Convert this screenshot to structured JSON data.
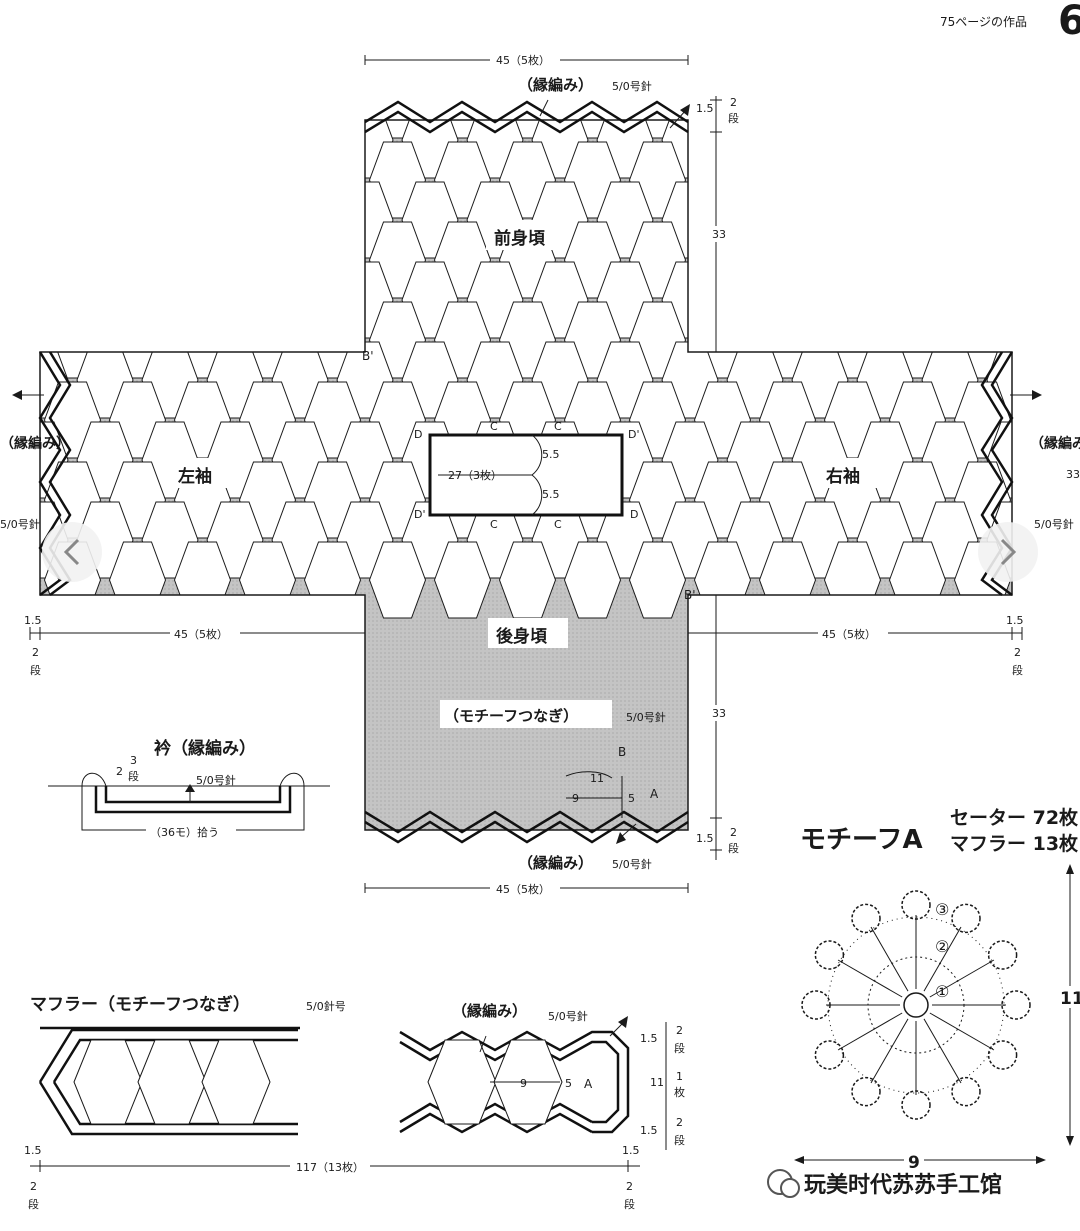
{
  "header": {
    "page_ref": "75ページの作品",
    "page_mark": "6"
  },
  "sweater": {
    "front": "前身頃",
    "back": "後身頃",
    "left_sleeve": "左袖",
    "right_sleeve": "右袖",
    "edge": "（縁編み）",
    "needle": "5/0号針",
    "motif_join": "（モチーフつなぎ）",
    "width_top": "45（5枚）",
    "width_bottom": "45（5枚）",
    "sleeve_left_width": "45（5枚）",
    "sleeve_right_width": "45（5枚）",
    "body_len_front": "33",
    "body_len_back": "33",
    "sleeve_height": "33",
    "neck_width": "27（3枚）",
    "neck_top": "5.5",
    "neck_bottom": "5.5",
    "edge_h": "1.5",
    "rows_2": "2",
    "rows_unit": "段",
    "dim_11": "11",
    "dim_9": "9",
    "dim_5": "5",
    "letters": {
      "A": "A",
      "B": "B",
      "Bp": "B'",
      "C": "C",
      "D": "D",
      "Dp": "D'"
    }
  },
  "collar": {
    "title": "衿（縁編み）",
    "needle": "5/0号針",
    "rows": "3",
    "rows_unit": "段",
    "two": "2",
    "pickup": "（36モ）拾う"
  },
  "motif": {
    "title": "モチーフA",
    "sweater_count": "セーター 72枚",
    "muffler_count": "マフラー 13枚",
    "size_h": "11",
    "size_w": "9",
    "rounds": [
      "①",
      "②",
      "③"
    ]
  },
  "muffler": {
    "title": "マフラー（モチーフつなぎ）",
    "needle_left": "5/0針号",
    "edge": "（縁編み）",
    "needle_right": "5/0号針",
    "total": "117（13枚）",
    "edge_h": "1.5",
    "rows_2": "2",
    "rows_unit": "段",
    "width_11": "11",
    "one_sheet": "1",
    "sheet_unit": "枚",
    "dim_9": "9",
    "dim_5": "5",
    "letter_A": "A"
  },
  "watermark": "玩美时代苏苏手工馆",
  "colors": {
    "line": "#1a1a1a",
    "gray_fill": "#bdbdbd",
    "nav_bg": "#f2f2f2"
  }
}
